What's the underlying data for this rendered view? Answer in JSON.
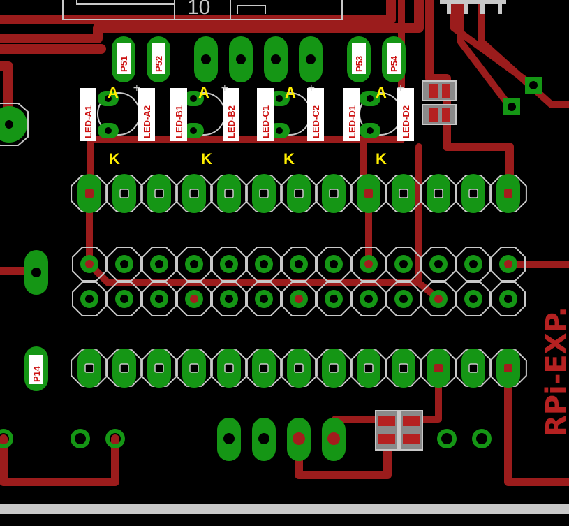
{
  "board_text": "RPi-EXP.",
  "top_silk_text": "10",
  "pad_labels": [
    "P51",
    "P52",
    "P53",
    "P54",
    "P14"
  ],
  "led_labels": [
    "LED-A1",
    "LED-A2",
    "LED-B1",
    "LED-B2",
    "LED-C1",
    "LED-C2",
    "LED-D1",
    "LED-D2"
  ],
  "anode_label": "A",
  "cathode_label": "K",
  "colors": {
    "background": "#000000",
    "trace": "#9b1c1c",
    "pad": "#159615",
    "silkscreen": "#c8c8c8",
    "annotation": "#ffee00",
    "label_text": "#cc1111"
  }
}
